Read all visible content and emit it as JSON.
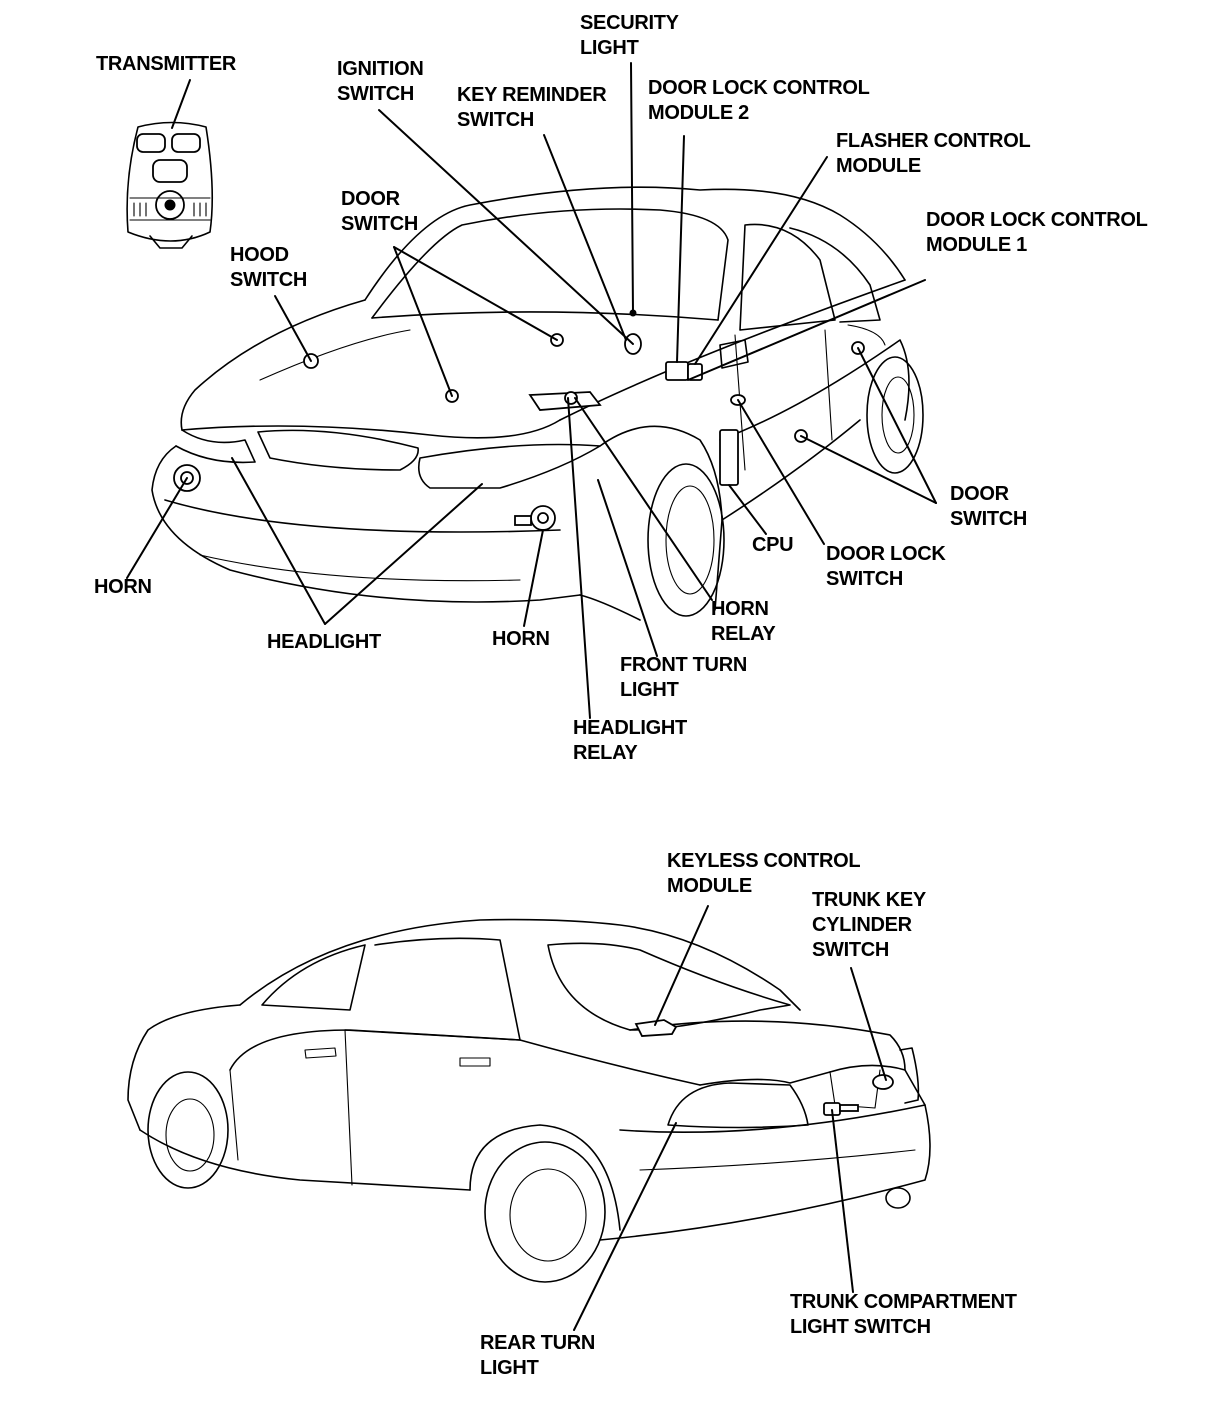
{
  "labels": {
    "transmitter": "TRANSMITTER",
    "ignition_switch": [
      "IGNITION",
      "SWITCH"
    ],
    "security_light": [
      "SECURITY",
      "LIGHT"
    ],
    "key_reminder_switch": [
      "KEY REMINDER",
      "SWITCH"
    ],
    "door_lock_control_module_2": [
      "DOOR LOCK CONTROL",
      "MODULE 2"
    ],
    "flasher_control_module": [
      "FLASHER CONTROL",
      "MODULE"
    ],
    "door_lock_control_module_1": [
      "DOOR LOCK CONTROL",
      "MODULE 1"
    ],
    "door_switch_front": [
      "DOOR",
      "SWITCH"
    ],
    "hood_switch": [
      "HOOD",
      "SWITCH"
    ],
    "door_switch_side": [
      "DOOR",
      "SWITCH"
    ],
    "cpu": "CPU",
    "door_lock_switch": [
      "DOOR LOCK",
      "SWITCH"
    ],
    "horn_left": "HORN",
    "headlight": "HEADLIGHT",
    "horn_right": "HORN",
    "horn_relay": [
      "HORN",
      "RELAY"
    ],
    "front_turn_light": [
      "FRONT TURN",
      "LIGHT"
    ],
    "headlight_relay": [
      "HEADLIGHT",
      "RELAY"
    ],
    "keyless_control_module": [
      "KEYLESS CONTROL",
      "MODULE"
    ],
    "trunk_key_cylinder_switch": [
      "TRUNK KEY",
      "CYLINDER",
      "SWITCH"
    ],
    "trunk_compartment_light_switch": [
      "TRUNK COMPARTMENT",
      "LIGHT SWITCH"
    ],
    "rear_turn_light": [
      "REAR TURN",
      "LIGHT"
    ]
  }
}
